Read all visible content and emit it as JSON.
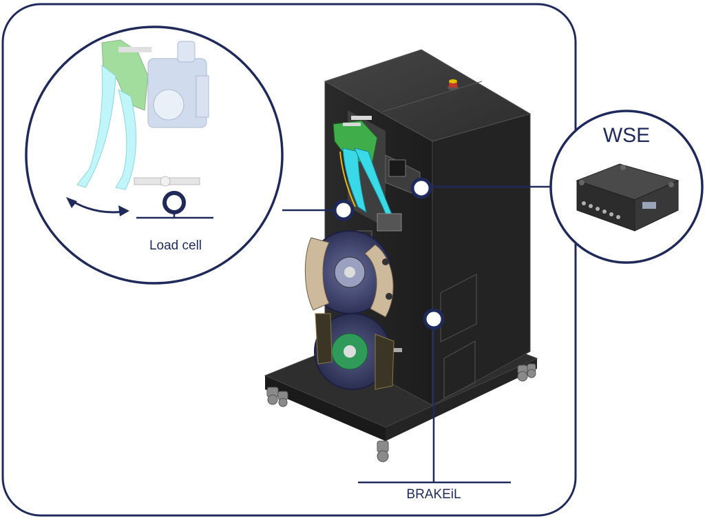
{
  "labels": {
    "load_cell": "Load cell",
    "system": "BRAKEiL",
    "sensor": "WSE"
  },
  "colors": {
    "outline": "#1f2a5a",
    "cabinet": "#2b2b2b",
    "cabinet_top": "#3a3a3a",
    "pedal_cyan": "#49e4f0",
    "pedal_green": "#48b04a",
    "caliper": "#c9b79a",
    "disc": "#3a3e63",
    "hub_green": "#2f9a5a"
  },
  "icons": [
    "pedal-assembly-icon",
    "load-cell-icon",
    "swing-arrow-icon",
    "brake-disc-icon",
    "sensor-module-icon",
    "emergency-stop-icon"
  ]
}
